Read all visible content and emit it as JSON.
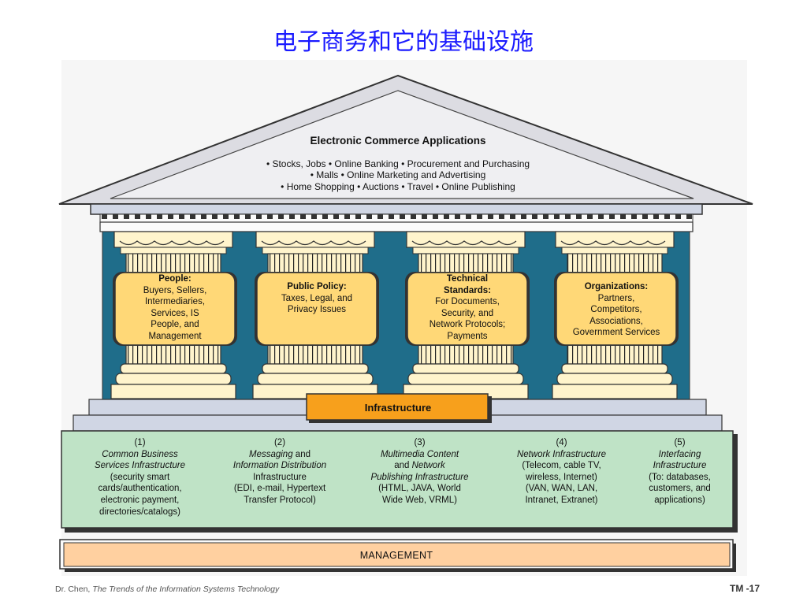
{
  "title": "电子商务和它的基础设施",
  "applications": {
    "title": "Electronic Commerce Applications",
    "lines": [
      "• Stocks, Jobs • Online Banking • Procurement and Purchasing",
      "• Malls • Online Marketing and Advertising",
      "• Home Shopping • Auctions • Travel • Online Publishing"
    ]
  },
  "pillars": [
    {
      "heading": "People:",
      "lines": [
        "Buyers, Sellers,",
        "Intermediaries,",
        "Services, IS",
        "People, and",
        "Management"
      ]
    },
    {
      "heading": "Public Policy:",
      "lines": [
        "Taxes, Legal, and",
        "Privacy Issues"
      ]
    },
    {
      "heading_lines": [
        "Technical",
        "Standards:"
      ],
      "lines": [
        "For Documents,",
        "Security, and",
        "Network Protocols;",
        "Payments"
      ]
    },
    {
      "heading": "Organizations:",
      "lines": [
        "Partners,",
        "Competitors,",
        "Associations,",
        "Government Services"
      ]
    }
  ],
  "infrastructure_label": "Infrastructure",
  "infrastructure_sections": [
    {
      "num": "(1)",
      "title_lines": [
        "Common Business",
        "Services Infrastructure"
      ],
      "lines": [
        "(security smart",
        "cards/authentication,",
        "electronic payment,",
        "directories/catalogs)"
      ]
    },
    {
      "num": "(2)",
      "title_lines": [
        "Messaging",
        "Information Distribution"
      ],
      "title_suffix": " and",
      "lines": [
        "Infrastructure",
        "(EDI, e-mail, Hypertext",
        "Transfer Protocol)"
      ]
    },
    {
      "num": "(3)",
      "title_lines": [
        "Multimedia Content",
        "Network",
        "Publishing Infrastructure"
      ],
      "and_word": "and ",
      "lines": [
        "(HTML, JAVA, World",
        "Wide Web, VRML)"
      ]
    },
    {
      "num": "(4)",
      "title_lines": [
        "Network Infrastructure"
      ],
      "lines": [
        "(Telecom, cable TV,",
        "wireless, Internet)",
        "(VAN, WAN, LAN,",
        "Intranet, Extranet)"
      ]
    },
    {
      "num": "(5)",
      "title_lines": [
        "Interfacing",
        "Infrastructure"
      ],
      "lines": [
        "(To: databases,",
        "customers, and",
        "applications)"
      ]
    }
  ],
  "management_label": "MANAGEMENT",
  "footer": {
    "author": "Dr. Chen, ",
    "source": "The Trends of the Information Systems Technology",
    "page": "TM -17"
  },
  "colors": {
    "title": "#1a1aff",
    "roof": "#e6e6ea",
    "column": "#fff4cc",
    "tablet": "#ffd877",
    "backwall": "#1f6d8a",
    "infra_button": "#f7a01c",
    "infra_band": "#bfe3c6",
    "management": "#ffd0a0"
  }
}
